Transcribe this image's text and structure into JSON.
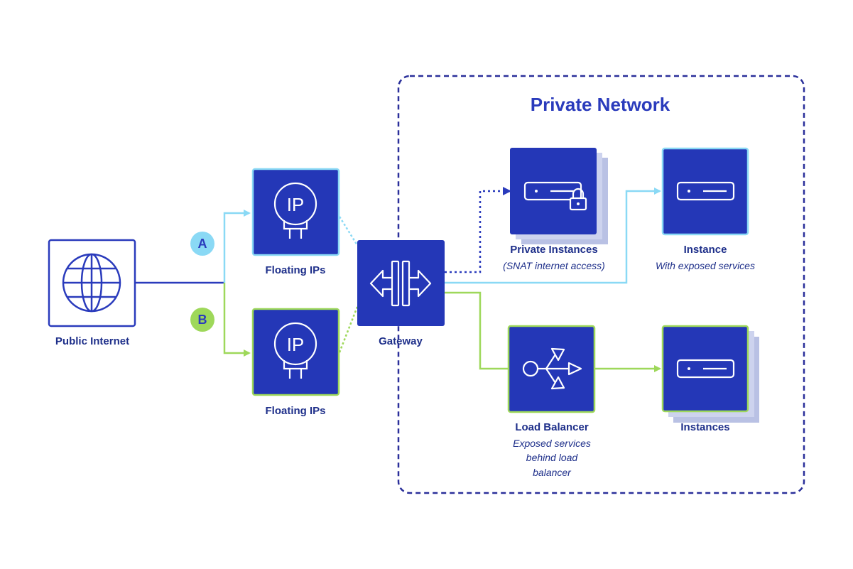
{
  "title": "Private Network",
  "colors": {
    "navy": "#2a3bbc",
    "dark_text": "#1e2f8a",
    "box_fill": "#2437b7",
    "shadow": "#b9c1e4",
    "route_a": "#8ad9f5",
    "route_b": "#9ed85a"
  },
  "routes": [
    {
      "badge": "A",
      "color": "#8ad9f5"
    },
    {
      "badge": "B",
      "color": "#9ed85a"
    }
  ],
  "nodes": {
    "public_internet": {
      "label": "Public Internet",
      "icon": "globe-icon"
    },
    "floating_ip_a": {
      "label": "Floating IPs",
      "icon_text": "IP",
      "icon": "ip-bulb-icon"
    },
    "floating_ip_b": {
      "label": "Floating IPs",
      "icon_text": "IP",
      "icon": "ip-bulb-icon"
    },
    "gateway": {
      "label": "Gateway",
      "icon": "gateway-arrows-icon"
    },
    "private_instances": {
      "label": "Private Instances",
      "sublabel": "(SNAT internet access)",
      "icon": "server-lock-icon"
    },
    "instance": {
      "label": "Instance",
      "sublabel": "With exposed services",
      "icon": "server-icon"
    },
    "load_balancer": {
      "label": "Load Balancer",
      "sublabel_lines": [
        "Exposed services",
        "behind load",
        "balancer"
      ],
      "icon": "load-balancer-icon"
    },
    "instances": {
      "label": "Instances",
      "icon": "server-icon"
    }
  }
}
